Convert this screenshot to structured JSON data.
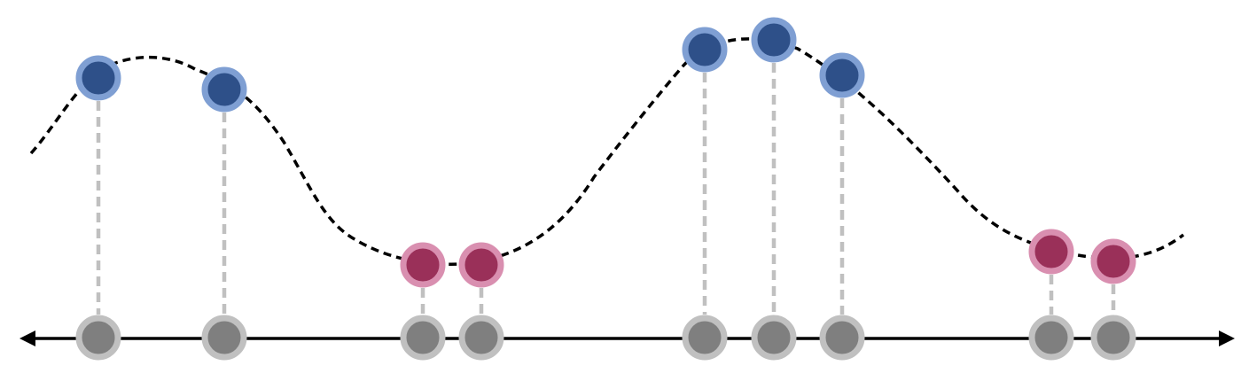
{
  "colors": {
    "curve": "#000000",
    "axis": "#000000",
    "connector": "#c0c0c0",
    "high_fill": "#2e5089",
    "high_ring": "#7f9fd3",
    "low_fill": "#9a3059",
    "low_ring": "#d98fb0",
    "axis_point_fill": "#7f7f7f",
    "axis_point_ring": "#c0c0c0",
    "background": "#ffffff"
  },
  "points": [
    {
      "id": "p1",
      "kind": "high"
    },
    {
      "id": "p2",
      "kind": "high"
    },
    {
      "id": "p3",
      "kind": "low"
    },
    {
      "id": "p4",
      "kind": "low"
    },
    {
      "id": "p5",
      "kind": "high"
    },
    {
      "id": "p6",
      "kind": "high"
    },
    {
      "id": "p7",
      "kind": "high"
    },
    {
      "id": "p8",
      "kind": "low"
    },
    {
      "id": "p9",
      "kind": "low"
    }
  ]
}
